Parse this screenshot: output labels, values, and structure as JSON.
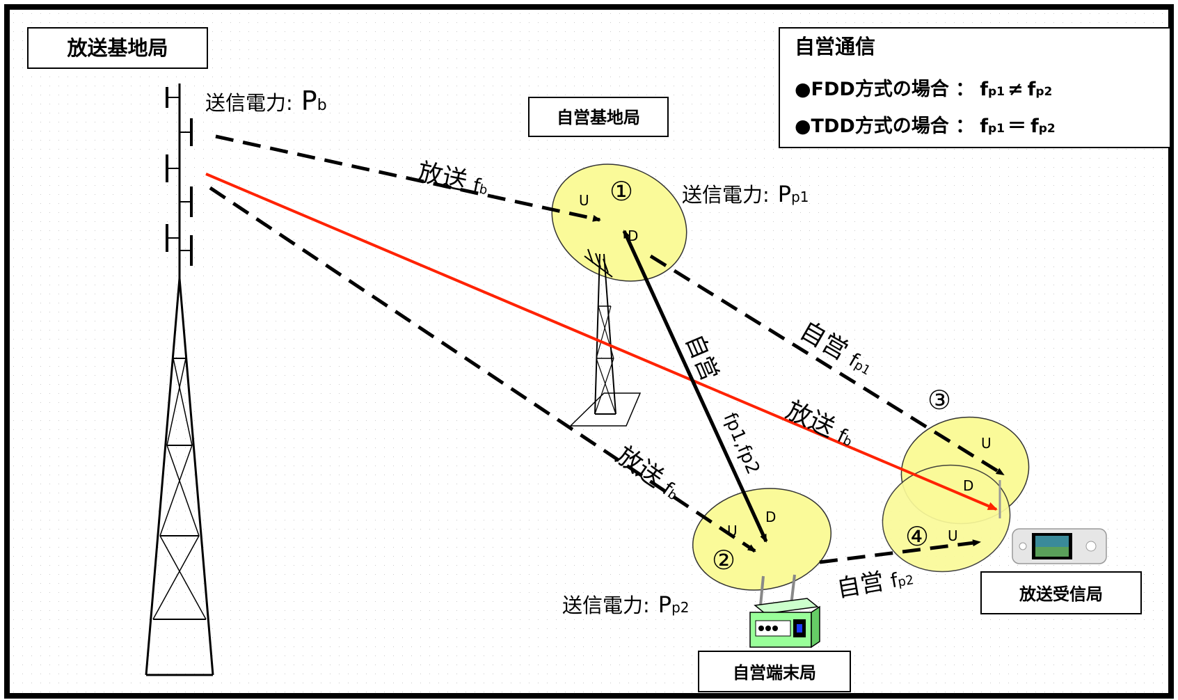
{
  "labels": {
    "broadcast_base": "放送基地局",
    "private_base": "自営基地局",
    "private_terminal": "自営端末局",
    "broadcast_receiver": "放送受信局"
  },
  "legend": {
    "title": "自営通信",
    "fdd_prefix": "●FDD方式の場合 ：",
    "fdd_rel": "≠",
    "tdd_prefix": "●TDD方式の場合 ：",
    "tdd_rel": "＝",
    "f": "f",
    "p1": "p1",
    "p2": "p2"
  },
  "power": {
    "prefix": "送信電力:",
    "P": "P",
    "sub_b": "b",
    "sub_p1": "p1",
    "sub_p2": "p2"
  },
  "links": {
    "broadcast": "放送",
    "private": "自営",
    "f": "f",
    "sub_b": "b",
    "sub_p1": "p1",
    "sub_p2": "p2",
    "vertical_freq": "fp1,fp2"
  },
  "nodes": {
    "n1": "①",
    "n2": "②",
    "n3": "③",
    "n4": "④",
    "U": "U",
    "D": "D"
  },
  "colors": {
    "ellipse_fill": "#fafa99",
    "red_line": "#ff2200",
    "terminal_green": "#99ff99",
    "border": "#000000"
  }
}
